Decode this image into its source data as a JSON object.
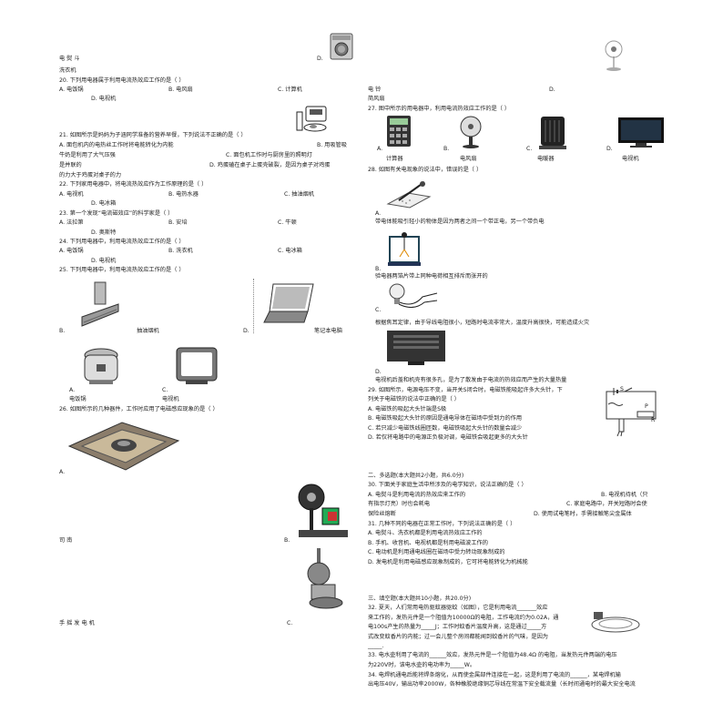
{
  "left": {
    "top_options": {
      "c_label": "电      熨      斗",
      "d_marker": "D.",
      "d_label": "洗衣机"
    },
    "q20": {
      "stem": "20.    下列用电器属于利用电流热效应工作的是（    ）",
      "a": "A.  电饭锅",
      "b": "B.  电风扇",
      "c": "C.  计算机",
      "d": "D.  电视机"
    },
    "q21": {
      "stem": "21.    如图所示是妈妈为子涵同学准备的营养早餐，下列说法不正确的是（    ）",
      "a": "A. 面包机内的电热丝工作时将电能转化为内能",
      "b": "B. 用吸管吸",
      "b2": "牛奶是利用了大气压强",
      "c": "C.  面包机工作时与厨房里的照明灯",
      "c2": "是并联的",
      "d": "D.  鸡蛋磕在桌子上蛋壳破裂，是因为桌子对鸡蛋",
      "d2": "的力大于鸡蛋对桌子的力"
    },
    "q22": {
      "stem": "22.    下列家用电器中，将电流热效应作为工作原理的是（    ）",
      "a": "A.  电视机",
      "b": "B.  电热水器",
      "c": "C.  抽油烟机",
      "d": "D.  电冰箱"
    },
    "q23": {
      "stem": "23.    第一个发现“电流磁效应”的科学家是（    ）",
      "a": "A.  法拉第",
      "b": "B.  安培",
      "c": "C.  牛顿",
      "d": "D.  奥斯特"
    },
    "q24": {
      "stem": "24.    下列用电器中，利用电流热效应工作的是（    ）",
      "a": "A.  电饭锅",
      "b": "B.  洗衣机",
      "c": "C.  电冰箱",
      "d": "D.  电视机"
    },
    "q25": {
      "stem": "25.    下列用电器中，利用电流热效应工作的是（    ）",
      "b_marker": "B.",
      "b_label": "抽油烟机",
      "d_marker": "D.",
      "d_label": "笔记本电脑",
      "a_marker": "A.",
      "a_label": "电饭锅",
      "c_marker": "C.",
      "c_label": "电视机"
    },
    "q26": {
      "stem": "26.    如图所示的几种器件，工作时应用了电磁感应现象的是（    ）",
      "a_marker": "A.",
      "b_label": "司                    南",
      "b_marker": "B.",
      "c_label": "手          摇          发          电          机",
      "c_marker": "C."
    }
  },
  "right": {
    "top_options": {
      "c_label": "电                    铃",
      "d_marker": "D.",
      "d_label": "简风扇"
    },
    "q27": {
      "stem": "27.    图中所示的用电器中，利用电流热效应工作的是（    ）",
      "a_marker": "A.",
      "a_label": "计算器",
      "b_marker": "B.",
      "b_label": "电风扇",
      "c_marker": "C.",
      "c_label": "电暖器",
      "d_marker": "D.",
      "d_label": "电视机"
    },
    "q28": {
      "stem": "28.    如图有关电现象的说法中，错误的是（    ）",
      "a_marker": "A.",
      "a_text": "带电体能吸引轻小的物体是因为两者之间一个带正电，另一个带负电",
      "b_marker": "B.",
      "b_text": "验电器两箔片带上同种电荷相互排斥而张开的",
      "c_marker": "C.",
      "c_text": "根据焦耳定律，由于导线电阻很小，短路时电流非常大，温度升高很快，可能造成火灾",
      "d_marker": "D.",
      "d_text": "电视机后盖和机壳有很多孔，是为了散发由于电流的热效应而产生的大量热量"
    },
    "q29": {
      "stem": "29.    如图所示，电源电压不变，当开关S闭合时，电磁铁能吸起许多大头针，下",
      "stem2": "列关于电磁铁的说法中正确的是（    ）",
      "a": "A. 电磁铁的吸起大头针端是S极",
      "b": "B. 电磁铁吸起大头针的原因是通电导体在磁场中受到力的作用",
      "c": "C. 若只减少电磁铁线圈匝数，电磁铁吸起大头针的数量会减少",
      "d": "D. 若仅将电路中的电源正负极对调，电磁铁会吸起更多的大头针",
      "label_s": "S",
      "label_p": "P",
      "label_r": "R"
    },
    "section2": {
      "title": "二、多选题(本大题共2小题，共6.0分)",
      "q30": {
        "stem": "30.    下面关于家庭生活中所涉及的电学知识，说法正确的是（    ）",
        "a": "A. 电熨斗是利用电流的热效应来工作的",
        "b": "B.  电视机待机（只",
        "b2": "有指示灯亮）时也会耗电",
        "c": "C.  家庭电路中，开关短路时会使",
        "c2": "保险丝熔断",
        "d": "D.  使用试电笔时，手需接触笔尖金属体"
      },
      "q31": {
        "stem": "31.    几种不同的电器在正常工作时，下列说法正确的是（    ）",
        "a": "A. 电熨斗、洗衣机都是利用电流热效应工作的",
        "b": "B. 手机、收音机、电视机都是利用电磁波工作的",
        "c": "C. 电动机是利用通电线圈在磁场中受力转动现象制成的",
        "d": "D. 发电机是利用电磁感应现象制成的，它可将电能转化为机械能"
      }
    },
    "section3": {
      "title": "三、填空题(本大题共10小题，共20.0分)",
      "q32": {
        "l1": "32.    夏天，人们常用电热驱蚊器驱蚊（如图），它是利用电流_______效应",
        "l2": "来工作的，发热元件是一个阻值为10000Ω的电阻，工作电流约为0.02A，通",
        "l3": "电100s产生的热量为_____J；工作时蚊香片温度升高，这是通过_____方",
        "l4": "式改变蚊香片的内能；过一会儿整个房间都能闻到蚊香片的气味，是因为",
        "l5": "_____."
      },
      "q33": {
        "l1": "33.    电水壶利用了电流的______效应，发热元件是一个阻值为48.4Ω 的电阻，当发热元件两端的电压",
        "l2": "为220V时，该电水壶的电功率为_____W。"
      },
      "q34": {
        "l1": "34.    电焊机通电后能将焊条熔化，从而使金属部件连接在一起，这是利用了电流的______，某电焊机输",
        "l2": "出电压40V，输出功率2000W，各种橡胶绝缘铜芯导线在常温下安全载流量（长时间通电时的最大安全电流"
      }
    }
  }
}
